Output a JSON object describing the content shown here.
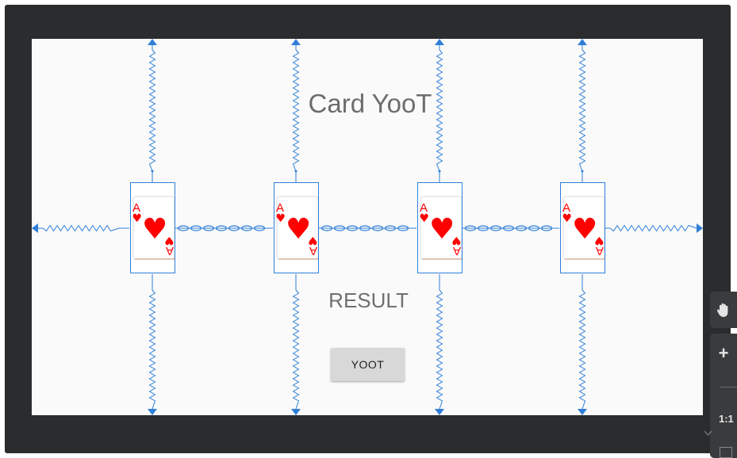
{
  "layout_editor": {
    "title_text": "Card YooT",
    "result_text": "RESULT",
    "button_label": "YOOT",
    "card": {
      "rank": "A",
      "suit": "hearts",
      "suit_symbol": "♥"
    },
    "card_count": 4,
    "colors": {
      "canvas": "#fafafa",
      "editor_background": "#2b2c2e",
      "constraint": "#2f7fd8",
      "card_suit": "#ff0000",
      "button": "#d8d8d8"
    }
  },
  "zoom_toolbar": {
    "pan_icon": "hand-icon",
    "zoom_in_icon": "plus-icon",
    "zoom_ratio_label": "1:1"
  }
}
